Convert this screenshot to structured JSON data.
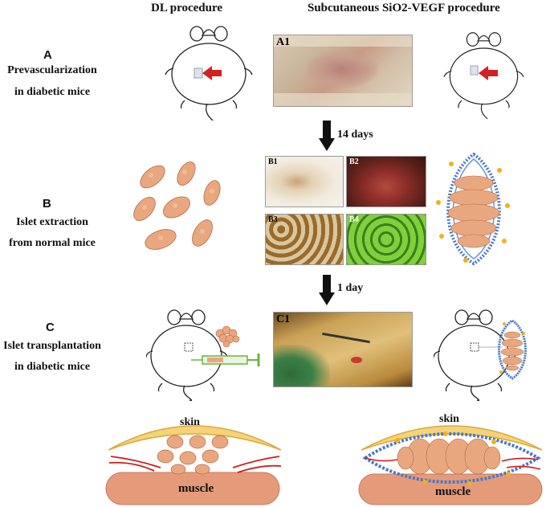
{
  "columns": {
    "left_title": "DL procedure",
    "right_title": "Subcutaneous SiO2-VEGF procedure"
  },
  "steps": [
    {
      "letter": "A",
      "line1": "Prevascularization",
      "line2": "in diabetic mice"
    },
    {
      "letter": "B",
      "line1": "Islet extraction",
      "line2": "from normal mice"
    },
    {
      "letter": "C",
      "line1": "Islet transplantation",
      "line2": "in diabetic mice"
    }
  ],
  "arrows": {
    "first": "14 days",
    "second": "1 day"
  },
  "photos": {
    "a1": "A1",
    "b1": "B1",
    "b2": "B2",
    "b3": "B3",
    "b4": "B4",
    "c1": "C1"
  },
  "cross_section": {
    "skin_label": "skin",
    "muscle_label": "muscle"
  },
  "colors": {
    "islet": "#e9a77f",
    "islet_stroke": "#b86a45",
    "skin": "#f6d27a",
    "muscle": "#e59a7a",
    "vessel": "#cc1f1f",
    "scaffold": "#4a78c9",
    "arrow_red": "#d42020",
    "syringe": "#6db33f",
    "vegf_dot": "#f0b21a"
  }
}
